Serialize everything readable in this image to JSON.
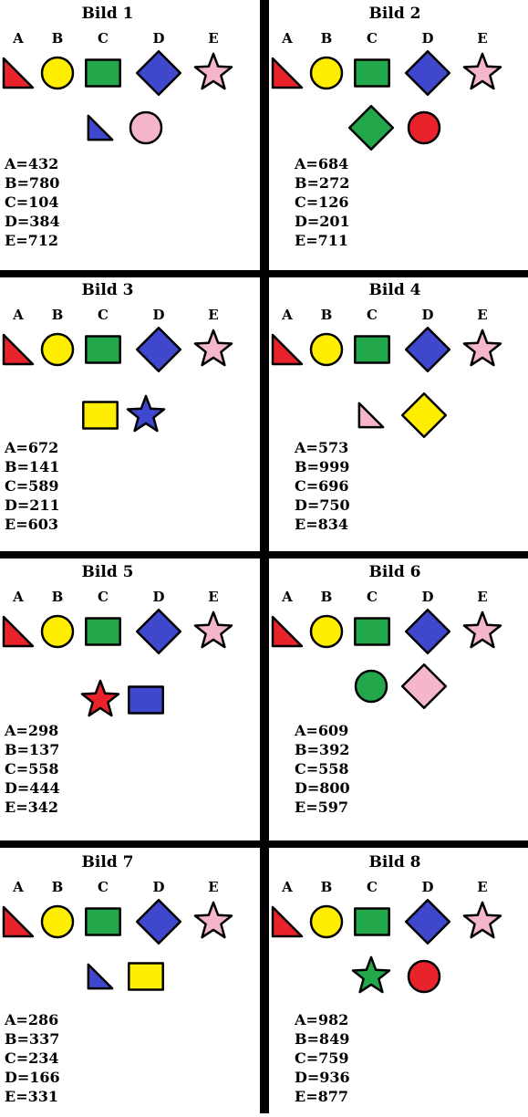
{
  "colors": {
    "red": "#e8232b",
    "yellow": "#ffee00",
    "green": "#22a84a",
    "blue": "#3f48cc",
    "pink": "#f5b6c9",
    "outline": "#000000"
  },
  "letters": [
    "A",
    "B",
    "C",
    "D",
    "E"
  ],
  "legend_shapes": [
    {
      "shape": "triangle",
      "color": "red"
    },
    {
      "shape": "circle",
      "color": "yellow"
    },
    {
      "shape": "square",
      "color": "green"
    },
    {
      "shape": "diamond",
      "color": "blue"
    },
    {
      "shape": "star",
      "color": "pink"
    }
  ],
  "panels": [
    {
      "title": "Bild 1",
      "extra": [
        {
          "shape": "triangle",
          "color": "blue"
        },
        {
          "shape": "circle",
          "color": "pink"
        }
      ],
      "values": [
        {
          "label": "A=432"
        },
        {
          "label": "B=780"
        },
        {
          "label": "C=104"
        },
        {
          "label": "D=384"
        },
        {
          "label": "E=712"
        }
      ]
    },
    {
      "title": "Bild 2",
      "extra": [
        {
          "shape": "diamond",
          "color": "green"
        },
        {
          "shape": "circle",
          "color": "red"
        }
      ],
      "values": [
        {
          "label": "A=684"
        },
        {
          "label": "B=272"
        },
        {
          "label": "C=126"
        },
        {
          "label": "D=201"
        },
        {
          "label": "E=711"
        }
      ]
    },
    {
      "title": "Bild 3",
      "extra": [
        {
          "shape": "square",
          "color": "yellow"
        },
        {
          "shape": "star",
          "color": "blue"
        }
      ],
      "values": [
        {
          "label": "A=672"
        },
        {
          "label": "B=141"
        },
        {
          "label": "C=589"
        },
        {
          "label": "D=211"
        },
        {
          "label": "E=603"
        }
      ]
    },
    {
      "title": "Bild 4",
      "extra": [
        {
          "shape": "triangle",
          "color": "pink"
        },
        {
          "shape": "diamond",
          "color": "yellow"
        }
      ],
      "values": [
        {
          "label": "A=573"
        },
        {
          "label": "B=999"
        },
        {
          "label": "C=696"
        },
        {
          "label": "D=750"
        },
        {
          "label": "E=834"
        }
      ]
    },
    {
      "title": "Bild 5",
      "extra": [
        {
          "shape": "star",
          "color": "red"
        },
        {
          "shape": "square",
          "color": "blue"
        }
      ],
      "values": [
        {
          "label": "A=298"
        },
        {
          "label": "B=137"
        },
        {
          "label": "C=558"
        },
        {
          "label": "D=444"
        },
        {
          "label": "E=342"
        }
      ]
    },
    {
      "title": "Bild 6",
      "extra": [
        {
          "shape": "circle",
          "color": "green"
        },
        {
          "shape": "diamond",
          "color": "pink"
        }
      ],
      "values": [
        {
          "label": "A=609"
        },
        {
          "label": "B=392"
        },
        {
          "label": "C=558"
        },
        {
          "label": "D=800"
        },
        {
          "label": "E=597"
        }
      ]
    },
    {
      "title": "Bild 7",
      "extra": [
        {
          "shape": "triangle",
          "color": "blue"
        },
        {
          "shape": "square",
          "color": "yellow"
        }
      ],
      "values": [
        {
          "label": "A=286"
        },
        {
          "label": "B=337"
        },
        {
          "label": "C=234"
        },
        {
          "label": "D=166"
        },
        {
          "label": "E=331"
        }
      ]
    },
    {
      "title": "Bild 8",
      "extra": [
        {
          "shape": "star",
          "color": "green"
        },
        {
          "shape": "circle",
          "color": "red"
        }
      ],
      "values": [
        {
          "label": "A=982"
        },
        {
          "label": "B=849"
        },
        {
          "label": "C=759"
        },
        {
          "label": "D=936"
        },
        {
          "label": "E=877"
        }
      ]
    }
  ]
}
